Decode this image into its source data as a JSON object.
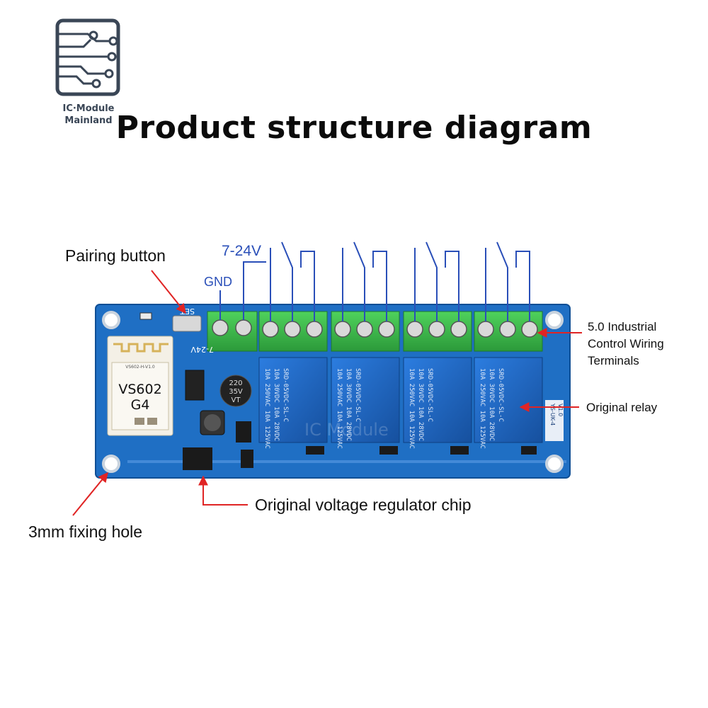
{
  "brand": {
    "line1": "IC·Module",
    "line2": "Mainland"
  },
  "title": "Product structure diagram",
  "wires": {
    "vin": "7-24V",
    "gnd": "GND"
  },
  "callouts": {
    "pairing": "Pairing button",
    "terminals_1": "5.0 Industrial",
    "terminals_2": "Control Wiring",
    "terminals_3": "Terminals",
    "relay": "Original relay",
    "regulator": "Original voltage regulator chip",
    "hole": "3mm fixing hole"
  },
  "board": {
    "module_line1": "VS602",
    "module_line2": "G4",
    "module_tiny": "VS602-H-V1.0",
    "button": "SET",
    "power_label": "7-24V",
    "cap_line1": "220",
    "cap_line2": "35V",
    "cap_line3": "VT",
    "version_line1": "YS-UK-4",
    "version_line2": "V1.0",
    "relay_line1": "10A 250VAC 10A 125VAC",
    "relay_line2": "10A 30VDC 10A 28VDC",
    "relay_line3": "SRD-05VDC-SL-C",
    "watermark": "IC Module"
  },
  "colors": {
    "pcb": "#1f6fc4",
    "terminal": "#39b54a",
    "relay": "#1a5fb4",
    "arrow": "#e02424",
    "wire": "#2a4fb8"
  }
}
